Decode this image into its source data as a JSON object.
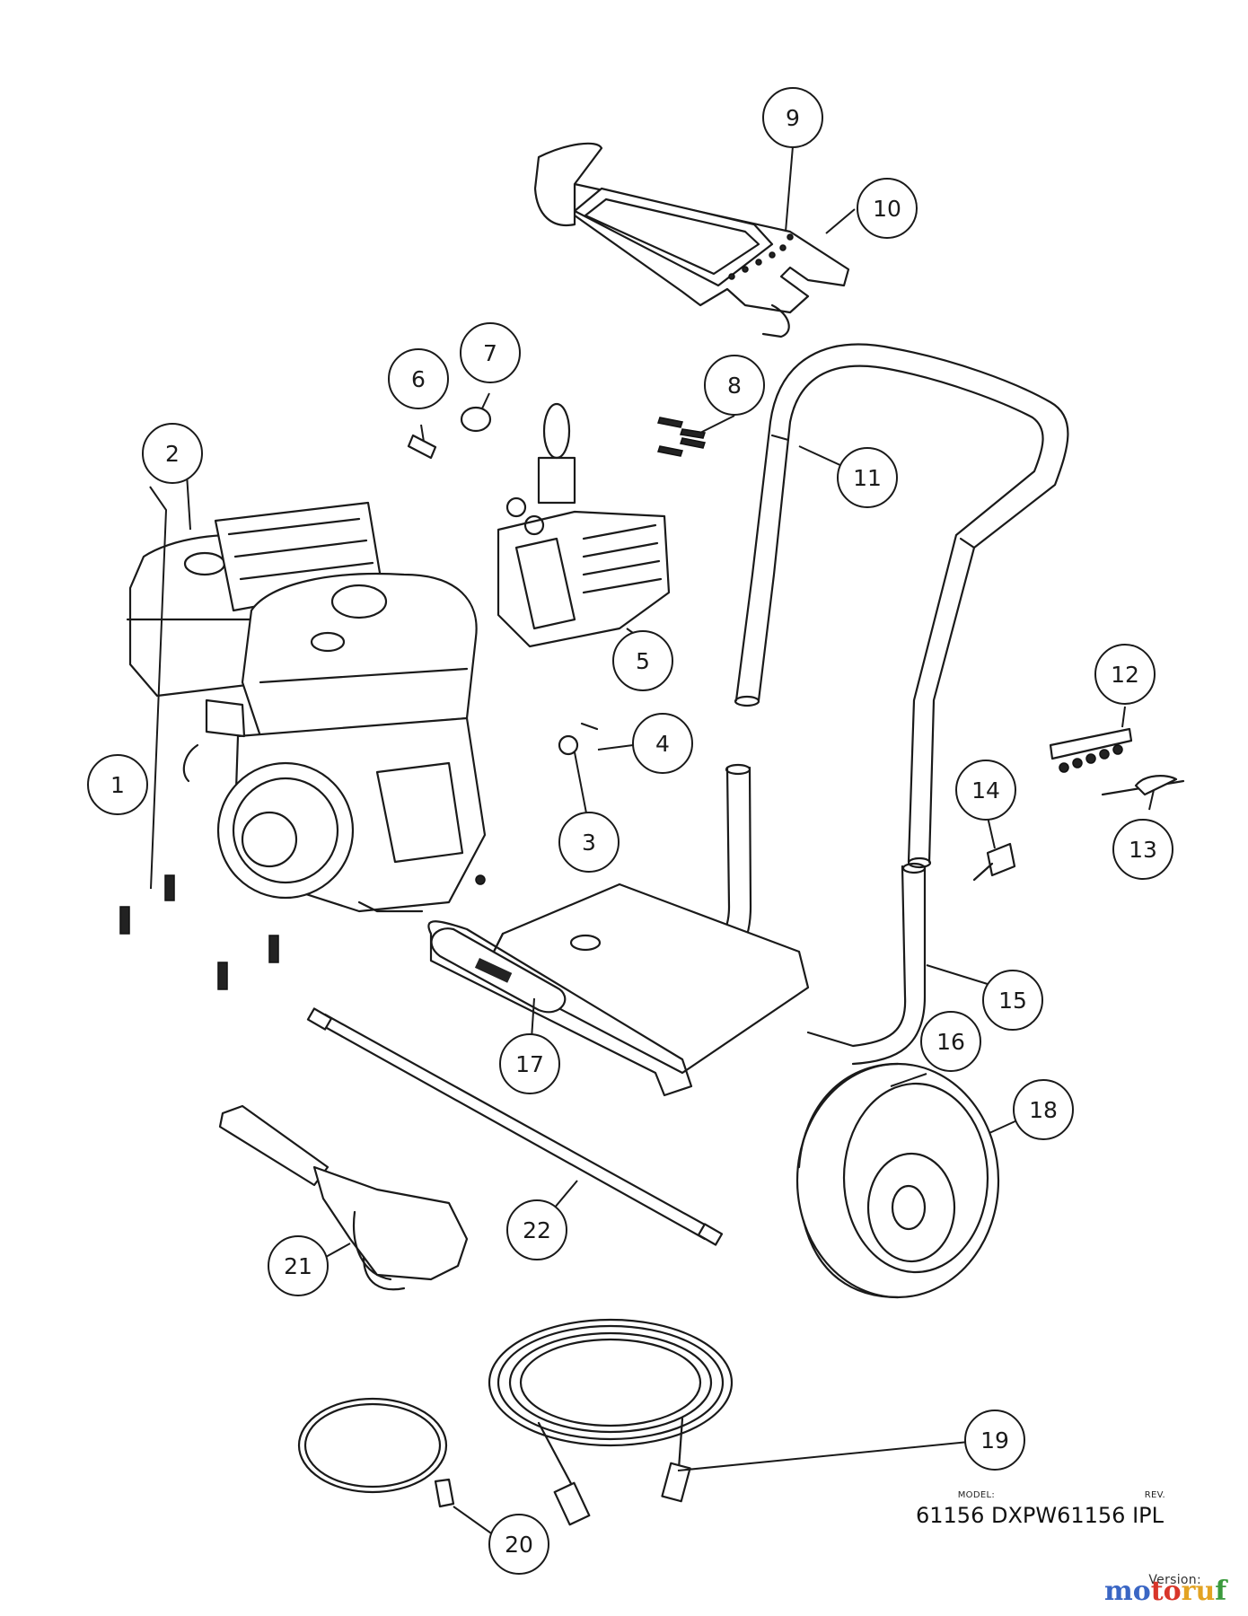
{
  "callouts": [
    {
      "n": "1"
    },
    {
      "n": "2"
    },
    {
      "n": "3"
    },
    {
      "n": "4"
    },
    {
      "n": "5"
    },
    {
      "n": "6"
    },
    {
      "n": "7"
    },
    {
      "n": "8"
    },
    {
      "n": "9"
    },
    {
      "n": "10"
    },
    {
      "n": "11"
    },
    {
      "n": "12"
    },
    {
      "n": "13"
    },
    {
      "n": "14"
    },
    {
      "n": "15"
    },
    {
      "n": "16"
    },
    {
      "n": "17"
    },
    {
      "n": "18"
    },
    {
      "n": "19"
    },
    {
      "n": "20"
    },
    {
      "n": "21"
    },
    {
      "n": "22"
    }
  ],
  "title_block": {
    "model_label": "MODEL:",
    "rev_label": "REV.",
    "model_value": "61156 DXPW61156 IPL",
    "version_label": "Version:"
  },
  "watermark": {
    "part1": "mo",
    "part2": "to",
    "part3": "ru",
    "part4": "f"
  },
  "colors": {
    "line": "#1a1a1a",
    "watermark_blue": "#3a66c4",
    "watermark_red": "#d8362a",
    "watermark_yellow": "#e3a323",
    "watermark_green": "#3a9a3c"
  }
}
